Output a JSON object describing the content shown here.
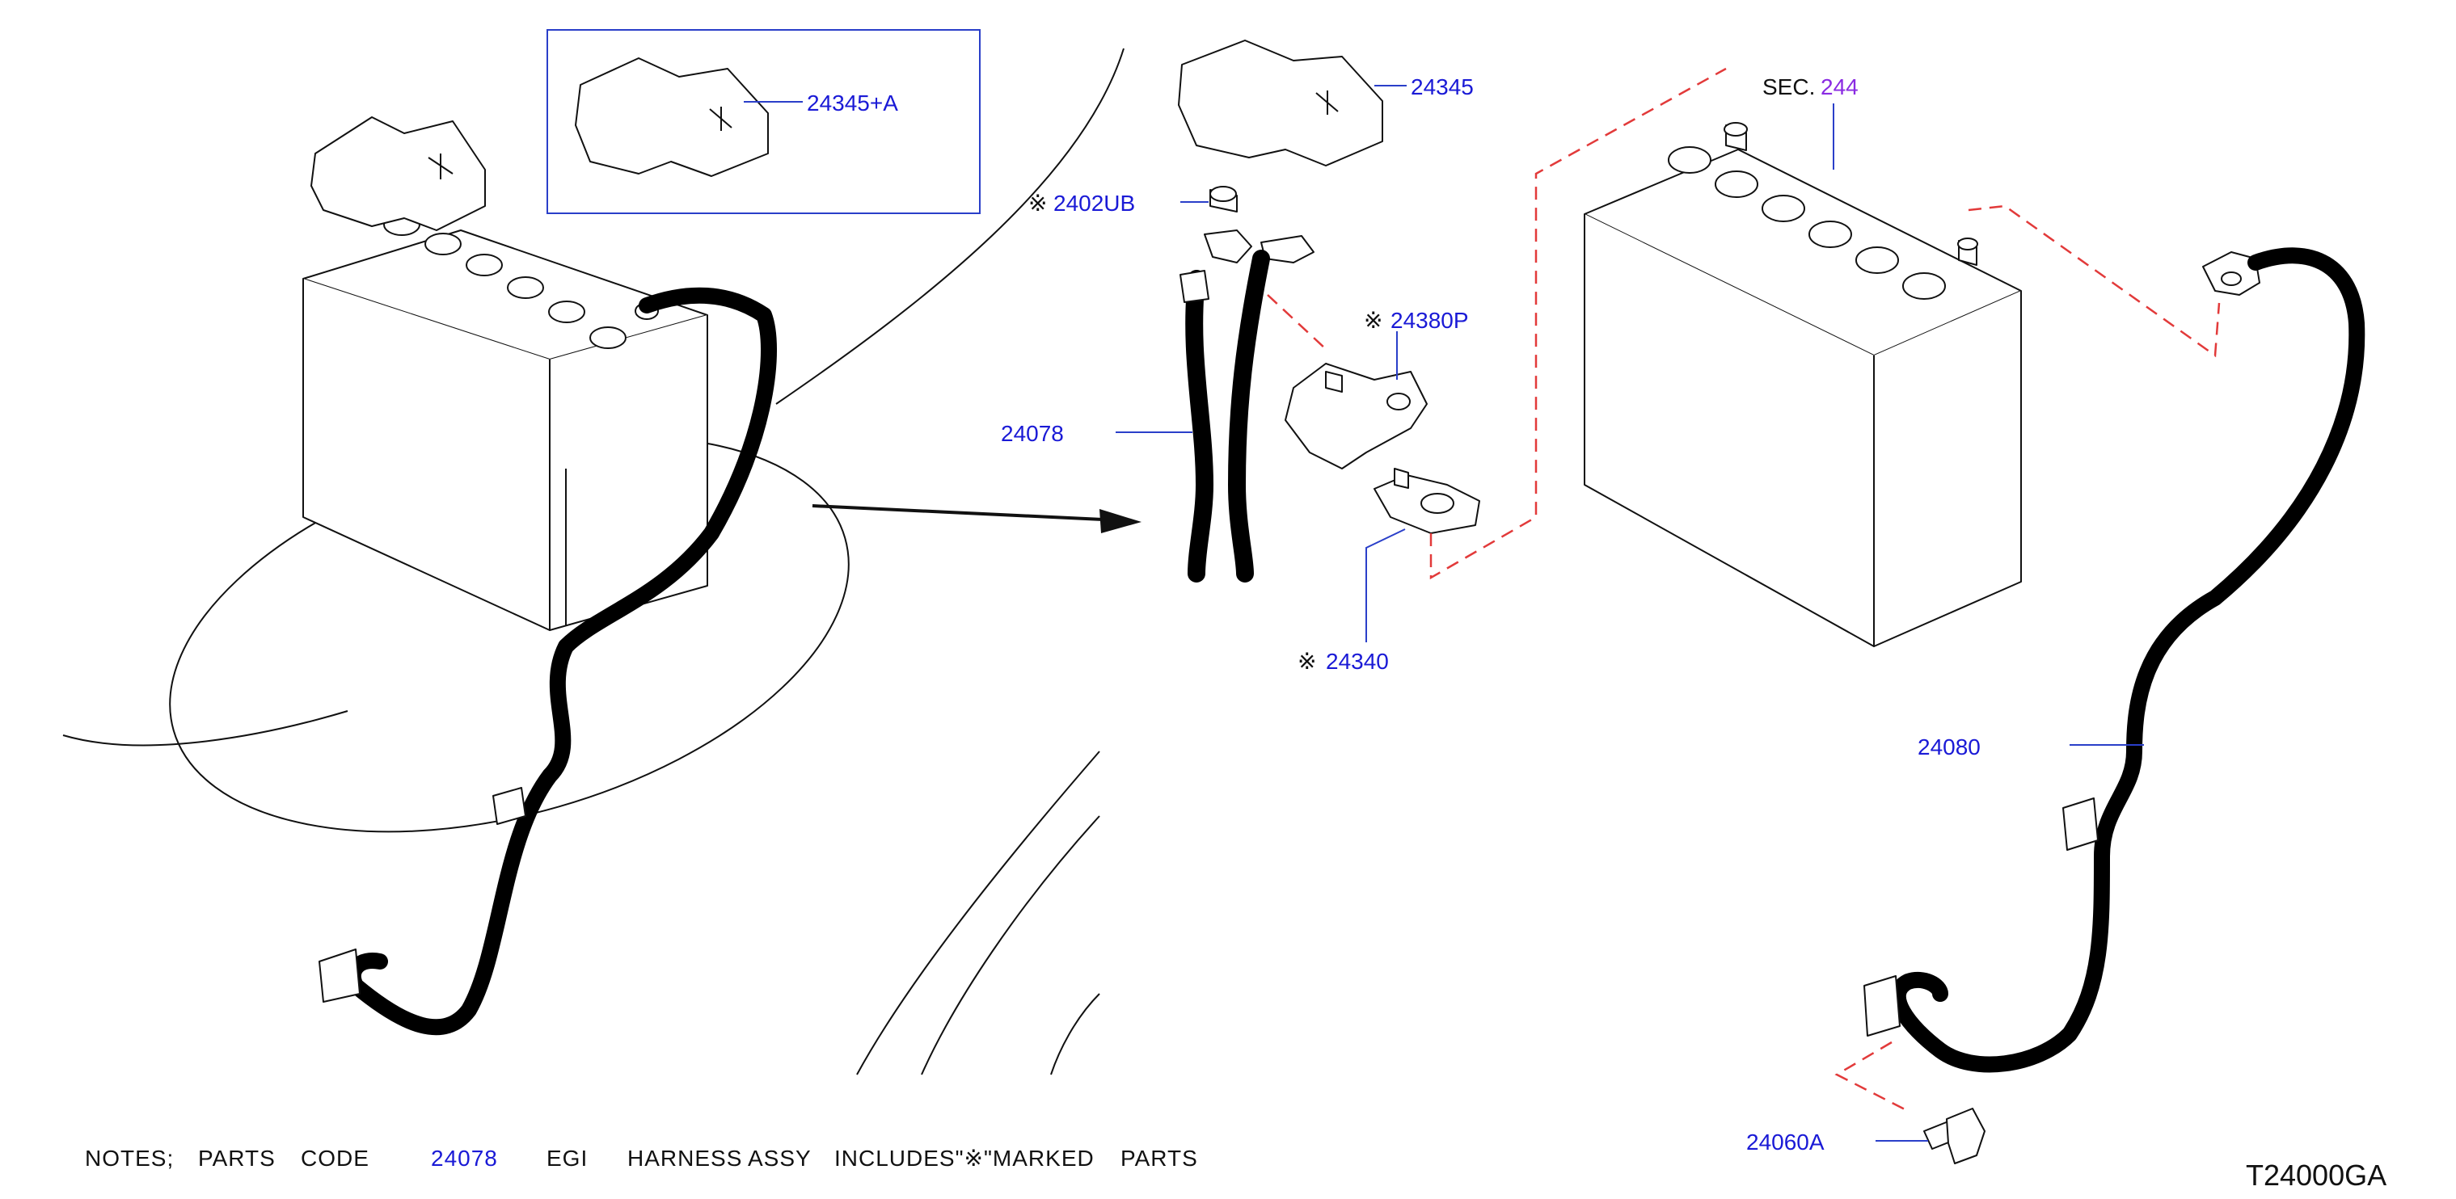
{
  "callouts": {
    "c24345A": "24345+A",
    "c24345": "24345",
    "c2402UB": "2402UB",
    "c24380P": "24380P",
    "c24078": "24078",
    "c24340": "24340",
    "c24080": "24080",
    "c24060A": "24060A",
    "sec_label": "SEC.",
    "sec_num": "244",
    "marker": "※"
  },
  "notes": {
    "prefix": "NOTES;",
    "parts": "PARTS",
    "code": "CODE",
    "code_value": "24078",
    "egi": "EGI",
    "harness": "HARNESS",
    "assy": "ASSY",
    "includes": "INCLUDES\"※\"MARKED",
    "parts2": "PARTS"
  },
  "diagram_code": "T24000GA",
  "colors": {
    "callout_text": "#1a1ad6",
    "section_ref": "#8a2be2",
    "dashed_guide": "#e23a3a",
    "leader_line": "#2a3fc9",
    "outline": "#111111"
  }
}
